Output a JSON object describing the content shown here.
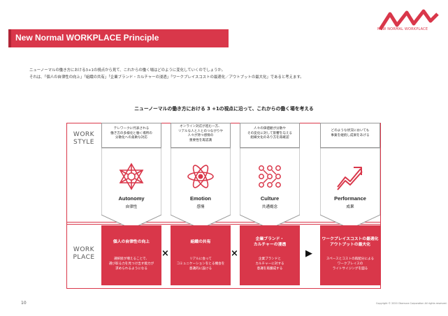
{
  "logo": {
    "text": "NEW NORMAL WORKPLACE"
  },
  "title": "New Normal WORKPLACE Principle",
  "intro": [
    "ニューノーマルの働き方における3+1の視点から見て、これからの働く場はどのように変化していくのでしょうか。",
    "それは、「個人の自律性の向上」「組織の共有」「企業ブランド・カルチャーの浸透」「ワークプレイスコストの最適化／アウトプットの最大化」であると考えます。"
  ],
  "heading": "ニューノーマルの働き方における 3 +1の視点に沿って、これからの働く場を考える",
  "work_style_label": [
    "WORK",
    "STYLE"
  ],
  "work_place_label": [
    "WORK",
    "PLACE"
  ],
  "columns": [
    {
      "desc": [
        "テレワークに代表される",
        "働き方の多様化と働く場所の",
        "分散化への柔軟な対応"
      ],
      "icon": "autonomy-icon",
      "name": "Autonomy",
      "jp": "自律性",
      "place_title": [
        "個人の自律性の向上"
      ],
      "place_body": [
        "選択肢が増えることで、",
        "選び取る力を見つけ出す能力が",
        "求められるようになる"
      ]
    },
    {
      "desc": [
        "オンライン対応が進む一方、",
        "リアルな人と人とのつながりや",
        "人々が持つ感情の",
        "重要性を再認識"
      ],
      "icon": "emotion-icon",
      "name": "Emotion",
      "jp": "感情",
      "place_title": [
        "組織の共有"
      ],
      "place_body": [
        "リアルに会って",
        "コミュニケーションをとる機会を",
        "意識的に設ける"
      ]
    },
    {
      "desc": [
        "人々の価値観が分散や",
        "その変化に対して影響を与える",
        "組織文化のあり方を再確認"
      ],
      "icon": "culture-icon",
      "name": "Culture",
      "jp": "共通概念",
      "place_title": [
        "企業ブランド・",
        "カルチャーの浸透"
      ],
      "place_body": [
        "企業ブランドと",
        "カルチャーに対する",
        "意識を再醸成する"
      ]
    },
    {
      "desc": [
        "どのような状況においても",
        "事業を継続し成果をあげる"
      ],
      "icon": "performance-icon",
      "name": "Performance",
      "jp": "成果",
      "place_title": [
        "ワークプレイスコストの最適化",
        "アウトプットの最大化"
      ],
      "place_body": [
        "スペースとコストの再配分による",
        "ワークプレイスの",
        "ライトサイジングを図る"
      ]
    }
  ],
  "operators": [
    "×",
    "×",
    "▶"
  ],
  "page_number": "10",
  "copyright": "Copyright © 2020 Okamura Corporation All rights reserved.",
  "colors": {
    "accent": "#d9374a",
    "dark": "#222222"
  }
}
